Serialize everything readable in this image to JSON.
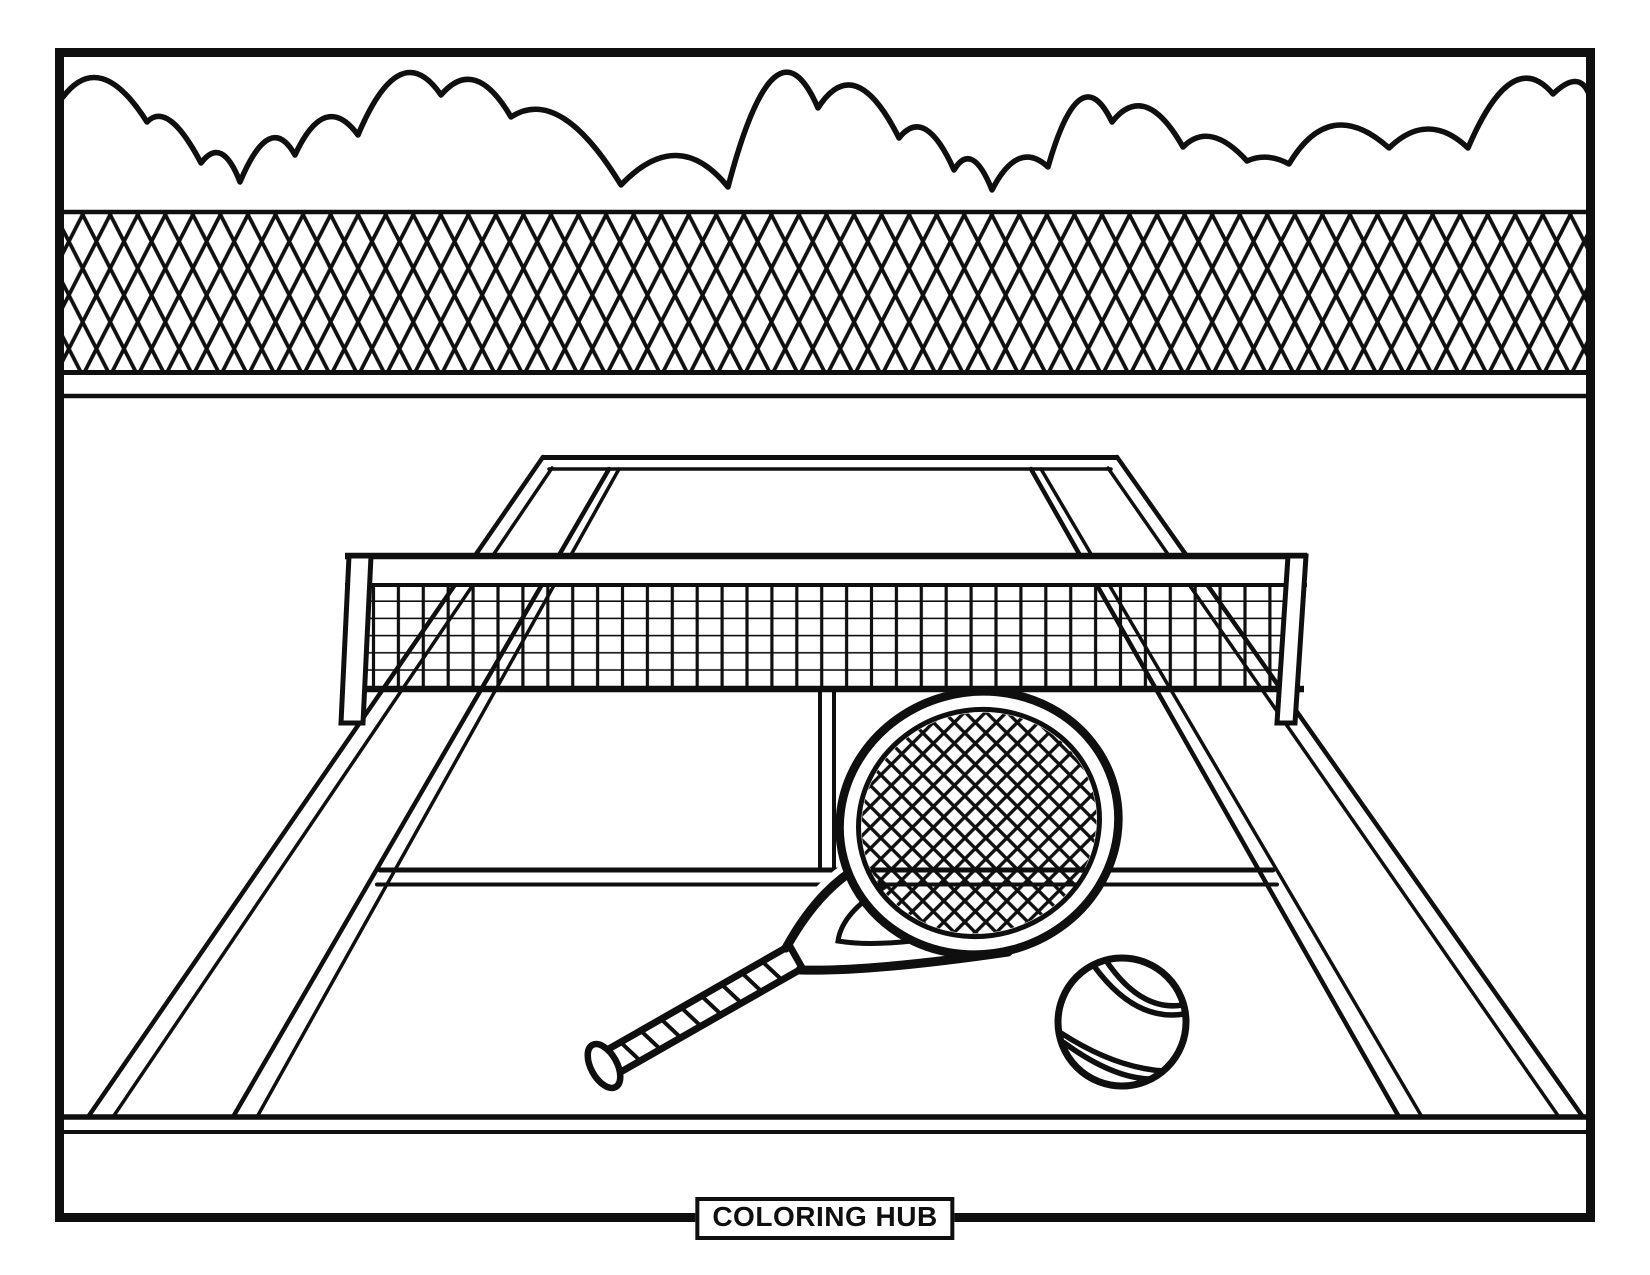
{
  "page": {
    "type": "coloring-page",
    "title": "Tennis court coloring page",
    "paper_color": "#ffffff",
    "ink_color": "#0f0f0f"
  },
  "footer": {
    "label": "COLORING HUB"
  },
  "scene": {
    "objects": [
      "clouds",
      "chain-link-fence",
      "tennis-court",
      "tennis-net",
      "tennis-racket",
      "tennis-ball"
    ]
  }
}
